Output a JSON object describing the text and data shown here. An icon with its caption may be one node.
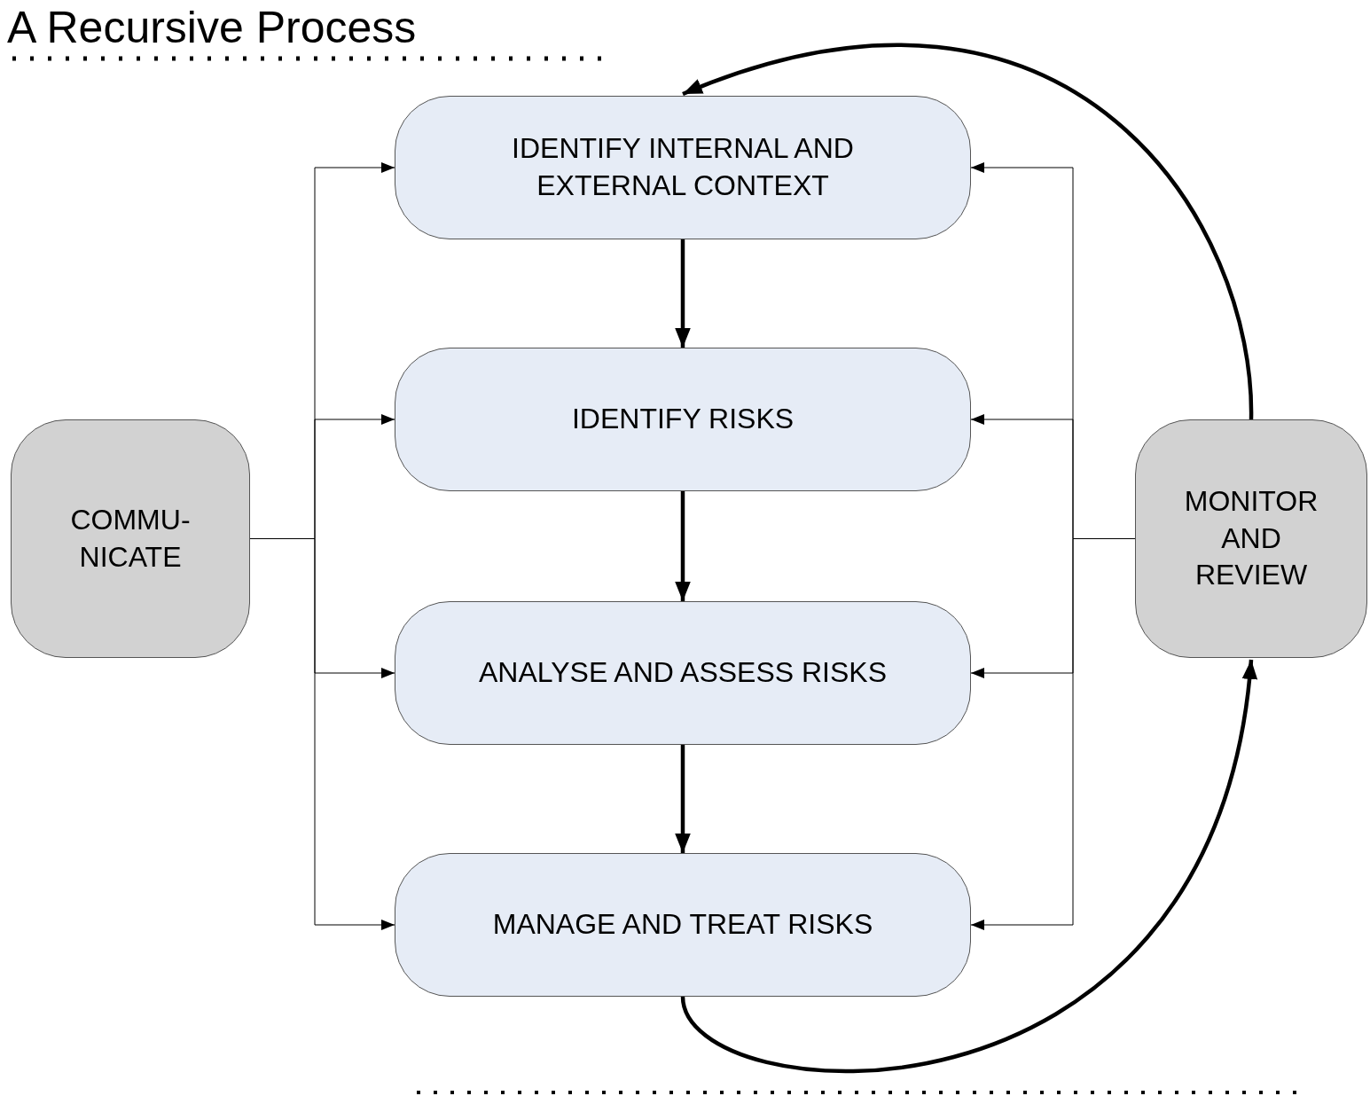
{
  "diagram": {
    "title": "A Recursive Process",
    "nodes": [
      {
        "text": [
          "IDENTIFY INTERNAL AND EXTERNAL CONTEXT"
        ]
      },
      {
        "text": [
          "IDENTIFY RISKS"
        ]
      },
      {
        "text": [
          "ANALYSE AND ASSESS RISKS"
        ]
      },
      {
        "text": [
          "MANAGE AND TREAT RISKS"
        ]
      },
      {
        "text": [
          "COMMU- NICATE"
        ]
      },
      {
        "text": [
          "MONITOR AND REVIEW"
        ]
      }
    ],
    "edges": [
      {
        "from": 0,
        "to": 1,
        "arrow": "to",
        "style": "thick"
      },
      {
        "from": 1,
        "to": 2,
        "arrow": "to",
        "style": "thick"
      },
      {
        "from": 2,
        "to": 3,
        "arrow": "to",
        "style": "thick"
      },
      {
        "from": 4,
        "to": 0,
        "arrow": "to"
      },
      {
        "from": 4,
        "to": 1,
        "arrow": "to"
      },
      {
        "from": 4,
        "to": 2,
        "arrow": "to"
      },
      {
        "from": 4,
        "to": 3,
        "arrow": "to"
      },
      {
        "from": 5,
        "to": 0,
        "arrow": "to"
      },
      {
        "from": 5,
        "to": 1,
        "arrow": "to"
      },
      {
        "from": 5,
        "to": 2,
        "arrow": "to"
      },
      {
        "from": 5,
        "to": 3,
        "arrow": "to"
      },
      {
        "from": 3,
        "to": 5,
        "arrow": "to",
        "style": "thick"
      },
      {
        "from": 5,
        "to": 0,
        "arrow": "to",
        "style": "thick"
      }
    ]
  }
}
